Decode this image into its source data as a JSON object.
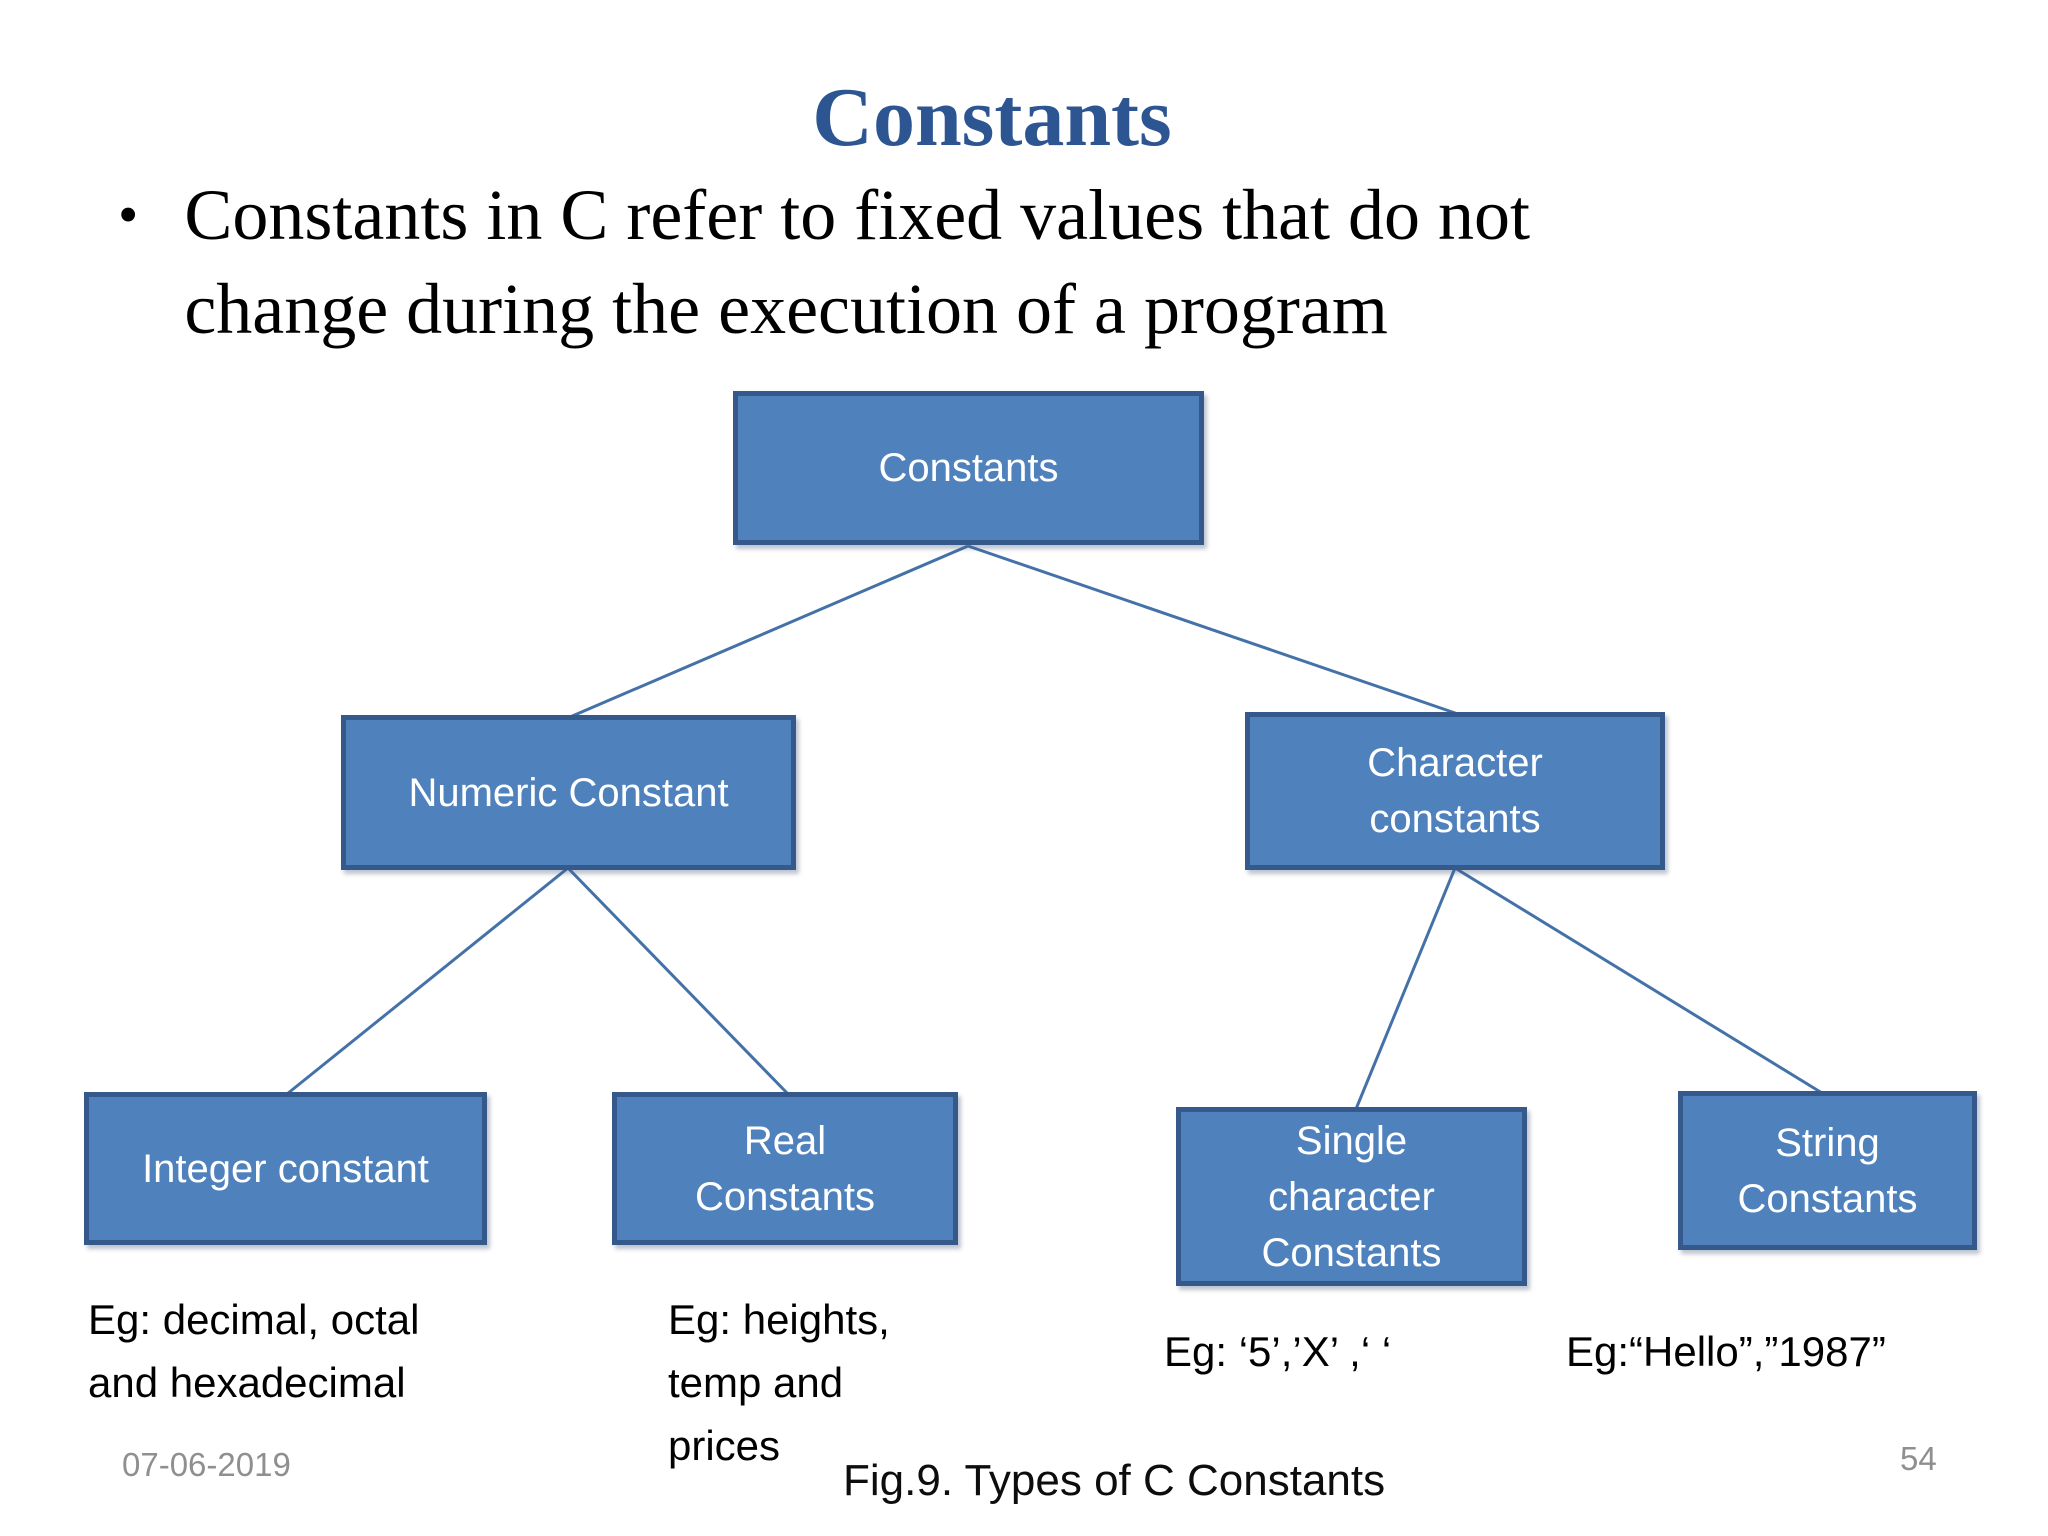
{
  "slide": {
    "title": "Constants",
    "bullet_glyph": "•",
    "bullet_text": "Constants in C refer to fixed values that do not change during the execution of a program",
    "caption": "Fig.9. Types of C Constants",
    "footer": {
      "date": "07-06-2019",
      "page_number": "54"
    }
  },
  "colors": {
    "title_color": "#2C5591",
    "box_fill": "#4F81BD",
    "box_border": "#36598C",
    "connector": "#4472A8",
    "footer_text": "#8F8F8F"
  },
  "diagram": {
    "nodes": {
      "root": {
        "label": "Constants"
      },
      "numeric": {
        "label": "Numeric Constant"
      },
      "character": {
        "label": "Character\nconstants"
      },
      "integer": {
        "label": "Integer constant",
        "example": "Eg: decimal, octal\nand hexadecimal"
      },
      "real": {
        "label": "Real\nConstants",
        "example": "Eg: heights,\ntemp and\nprices"
      },
      "single_character": {
        "label": "Single\ncharacter\nConstants",
        "example": "Eg: ‘5’,’X’ ,‘  ‘"
      },
      "string": {
        "label": "String\nConstants",
        "example": "Eg:“Hello”,”1987”"
      }
    }
  }
}
